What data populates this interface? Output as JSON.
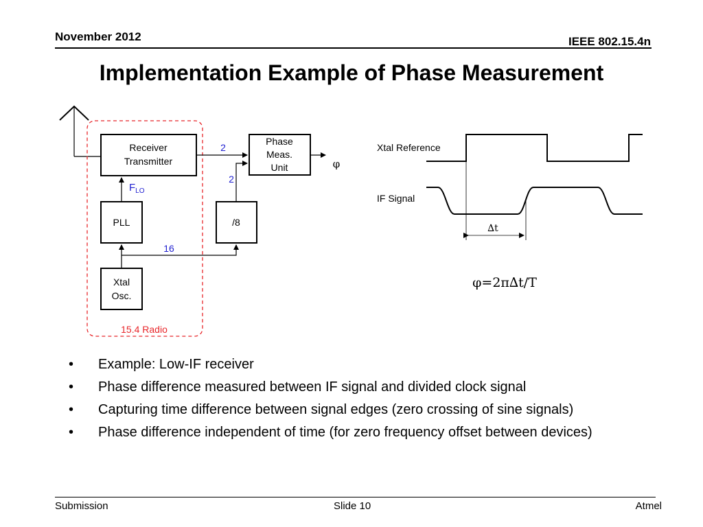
{
  "header": {
    "date": "November 2012",
    "standard": "IEEE 802.15.4n"
  },
  "title": "Implementation Example of Phase Measurement",
  "diagram": {
    "blocks": {
      "receiver_line1": "Receiver",
      "receiver_line2": "Transmitter",
      "phase_line1": "Phase",
      "phase_line2": "Meas.",
      "phase_line3": "Unit",
      "pll": "PLL",
      "divider": "/8",
      "xtal_line1": "Xtal",
      "xtal_line2": "Osc."
    },
    "labels": {
      "bus_rx": "2",
      "bus_div": "2",
      "flo_main": "F",
      "flo_sub": "LO",
      "bus_16": "16",
      "radio": "15.4 Radio",
      "phi": "φ"
    },
    "colors": {
      "bus_label": "#1f1fd0",
      "radio_outline": "#e8262a"
    }
  },
  "timing": {
    "xtal_label": "Xtal Reference",
    "if_label": "IF Signal",
    "delta_t": "∆t",
    "formula": "φ=2π∆t/T"
  },
  "bullets": [
    "Example: Low-IF receiver",
    "Phase difference measured between IF signal and divided clock signal",
    "Capturing time difference between signal edges (zero crossing of sine signals)",
    "Phase difference independent of time (for zero frequency offset between devices)"
  ],
  "bullet_symbol": "•",
  "footer": {
    "left": "Submission",
    "center": "Slide 10",
    "right": "Atmel"
  }
}
